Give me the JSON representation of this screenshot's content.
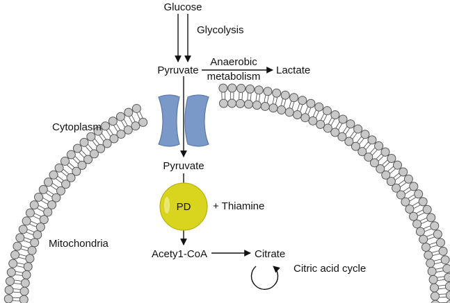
{
  "labels": {
    "glucose": "Glucose",
    "glycolysis": "Glycolysis",
    "pyruvate_top": "Pyruvate",
    "anaerobic_line1": "Anaerobic",
    "anaerobic_line2": "metabolism",
    "lactate": "Lactate",
    "cytoplasm": "Cytoplasm",
    "pyruvate_inner": "Pyruvate",
    "pd": "PD",
    "thiamine": "+ Thiamine",
    "mitochondria": "Mitochondria",
    "acetyl_coa": "Acety1-CoA",
    "citrate": "Citrate",
    "citric_acid_cycle": "Citric acid cycle"
  },
  "colors": {
    "channel": "#7a98c8",
    "channel_stroke": "#5c78a6",
    "pd_enzyme": "#d9d41e",
    "pd_stroke": "#b8b414",
    "lipid_head": "#c8c8c8",
    "lipid_stroke": "#555555"
  },
  "icons": {
    "membrane": "lipid-bilayer-arc",
    "channel": "transport-channel-protein",
    "cycle": "circular-cycle-arrow"
  }
}
